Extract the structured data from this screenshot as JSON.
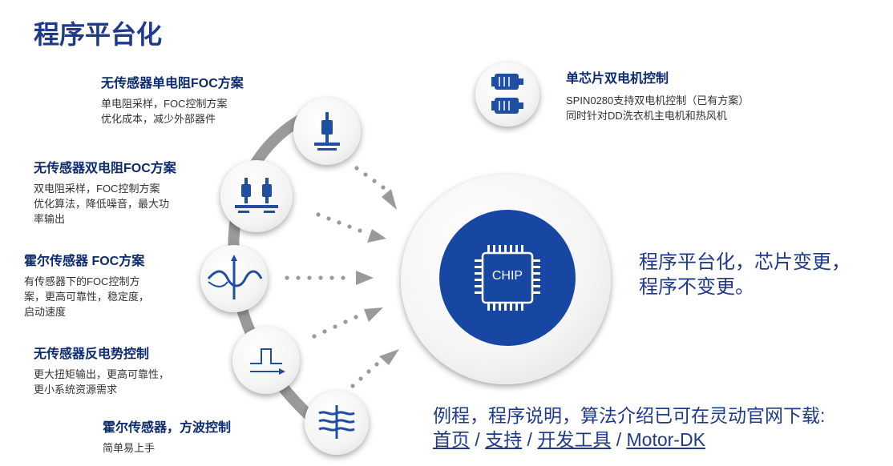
{
  "title": "程序平台化",
  "features": [
    {
      "title": "无传感器单电阻FOC方案",
      "lines": [
        "单电阻采样，FOC控制方案",
        "优化成本，减少外部器件"
      ]
    },
    {
      "title": "无传感器双电阻FOC方案",
      "lines": [
        "双电阻采样，FOC控制方案",
        "优化算法，降低噪音，最大功",
        "率输出"
      ]
    },
    {
      "title": "霍尔传感器 FOC方案",
      "lines": [
        "有传感器下的FOC控制方",
        "案，更高可靠性，稳定度，",
        "启动速度"
      ]
    },
    {
      "title": "无传感器反电势控制",
      "lines": [
        "更大扭矩输出，更高可靠性，",
        "更小系统资源需求"
      ]
    },
    {
      "title": "霍尔传感器，方波控制",
      "lines": [
        "简单易上手"
      ]
    }
  ],
  "dual": {
    "title": "单芯片双电机控制",
    "lines": [
      "SPIN0280支持双电机控制（已有方案）",
      "同时针对DD洗衣机主电机和热风机"
    ]
  },
  "chip_label": "CHIP",
  "note": [
    "程序平台化，芯片变更，",
    "程序不变更。"
  ],
  "download": {
    "text": "例程，程序说明，算法介绍已可在灵动官网下载:",
    "links": [
      "首页",
      "支持",
      "开发工具",
      "Motor-DK"
    ],
    "sep": " / "
  },
  "colors": {
    "brand": "#1f3a8a",
    "icon": "#1e4fa3",
    "arc": "#9a9a9a"
  }
}
